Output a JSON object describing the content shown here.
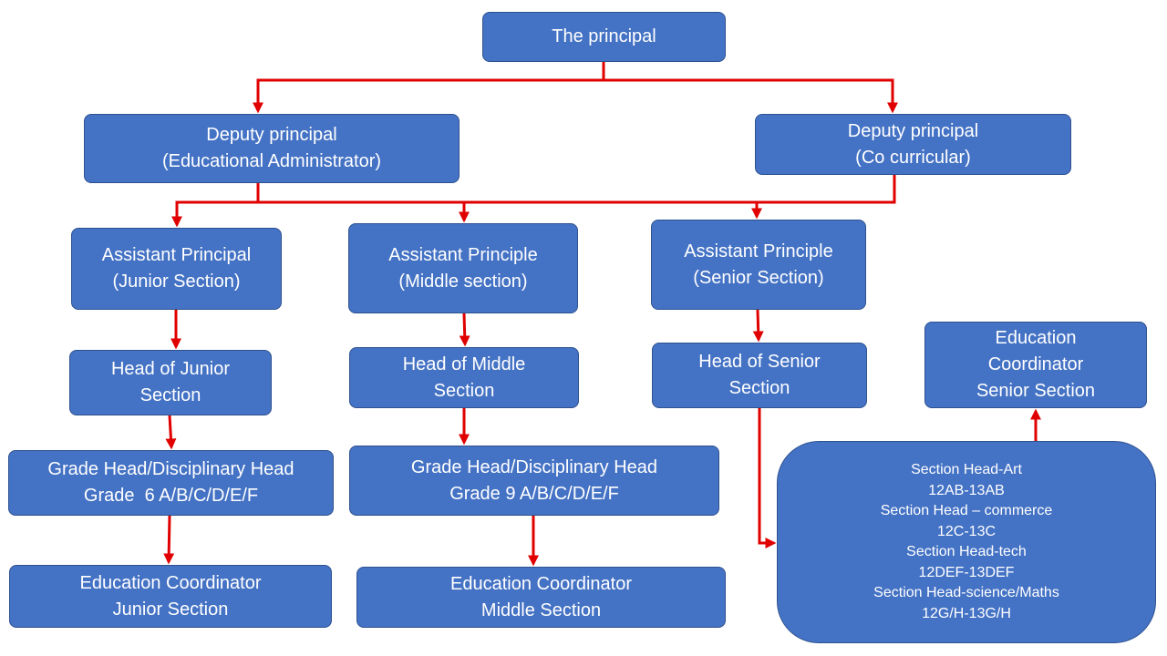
{
  "nodes": {
    "principal": [
      "The principal"
    ],
    "deputy_edu": [
      "Deputy principal",
      "(Educational Administrator)"
    ],
    "deputy_co": [
      "Deputy principal",
      "(Co curricular)"
    ],
    "ap_junior": [
      "Assistant Principal",
      "(Junior Section)"
    ],
    "ap_middle": [
      "Assistant Principle",
      "(Middle section)"
    ],
    "ap_senior": [
      "Assistant Principle",
      "(Senior Section)"
    ],
    "head_junior": [
      "Head of Junior",
      "Section"
    ],
    "head_middle": [
      "Head of Middle",
      "Section"
    ],
    "head_senior": [
      "Head of Senior",
      "Section"
    ],
    "grade_junior": [
      "Grade Head/Disciplinary Head",
      "Grade  6 A/B/C/D/E/F"
    ],
    "grade_middle": [
      "Grade Head/Disciplinary Head",
      "Grade 9 A/B/C/D/E/F"
    ],
    "coord_junior": [
      "Education Coordinator",
      "Junior Section"
    ],
    "coord_middle": [
      "Education Coordinator",
      "Middle Section"
    ],
    "coord_senior": [
      "Education",
      "Coordinator",
      "Senior Section"
    ],
    "section_heads": [
      "Section Head-Art",
      "12AB-13AB",
      "Section Head – commerce",
      "12C-13C",
      "Section Head-tech",
      "12DEF-13DEF",
      "Section Head-science/Maths",
      "12G/H-13G/H"
    ]
  },
  "colors": {
    "box_fill": "#4472c4",
    "box_border": "#2f528f",
    "box_text": "#ffffff",
    "connector": "#e00000"
  }
}
